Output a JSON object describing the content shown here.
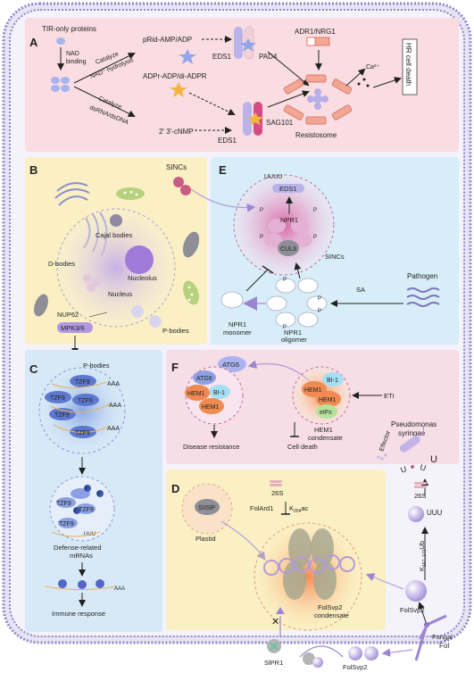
{
  "panels": {
    "A": {
      "letter": "A",
      "tir_only_proteins": "TIR-only proteins",
      "nad_binding_1": "NAD",
      "nad_binding_2": "binding",
      "catalyze_1": "Catalyze",
      "nad_hydrolysis": "NAD⁺ hydrolysis",
      "catalyze_2": "Catalyze",
      "dsrna_dsdna": "dsRNA/dsDNA",
      "prid": "pRid-AMP/ADP",
      "adpr": "ADPr-ADP/di-ADPR",
      "cnmp": "2' 3'-cNMP",
      "eds1_a": "EDS1",
      "pad4": "PAD4",
      "eds1_b": "EDS1",
      "sag101": "SAG101",
      "adr1": "ADR1/NRG1",
      "ca": "Ca²⁺",
      "resistosome": "Resistosome",
      "hr": "HR cell death"
    },
    "B": {
      "letter": "B",
      "sincs": "SINCs",
      "cajal": "Cajal bodies",
      "dbodies": "D-bodies",
      "nucleolus": "Nucleolus",
      "nucleus": "Nucleus",
      "nup62": "NUP62",
      "mpk": "MPK3/6",
      "pbodies": "P-bodies"
    },
    "C": {
      "letter": "C",
      "pbodies": "P-bodies",
      "tzf9": "TZF9",
      "p": "P",
      "defense_1": "Defense-related",
      "defense_2": "mRNAs",
      "immune": "Immune response",
      "aaa": "AAA",
      "uuu": "UUU"
    },
    "D": {
      "letter": "D",
      "siisp": "SIISP",
      "plastid": "Plastid",
      "s26_a": "26S",
      "folard1": "FolArd1",
      "kac": "K",
      "kac_sub": "204",
      "kac_tail": "ac",
      "s26_b": "26S",
      "kub_1": "K",
      "kub_sub": "167, 173",
      "kub_tail": "Ub",
      "uuu": "UUU",
      "folsvp2_condensate_1": "FolSvp2",
      "folsvp2_condensate_2": "condensate",
      "folsvp2_right": "FolSvp2",
      "fungal_1": "Fungal",
      "fungal_2": "Fol",
      "slpr1": "SlPR1",
      "folsvp2_bottom": "FolSvp2"
    },
    "E": {
      "letter": "E",
      "eds1": "EDS1",
      "npr1": "NPR1",
      "cul3": "CUL3",
      "sincs": "SINCs",
      "sa": "SA",
      "pathogen": "Pathogen",
      "npr1_mono_1": "NPR1",
      "npr1_mono_2": "monomer",
      "npr1_oligo_1": "NPR1",
      "npr1_oligo_2": "oligomer",
      "p": "P",
      "uuu": "UUUU"
    },
    "F": {
      "letter": "F",
      "atg6_top": "ATG6",
      "atg6": "ATG6",
      "bi1": "BI-1",
      "hem1": "HEM1",
      "eifs": "eIFs",
      "eti": "ETI",
      "pseudomonas_1": "Pseudomonas",
      "pseudomonas_2": "syringae",
      "effector": "Effector",
      "hem1_condensate_1": "HEM1",
      "hem1_condensate_2": "condensate",
      "disease": "Disease resistance",
      "celldeath": "Cell death"
    }
  },
  "colors": {
    "panelA": "#f9dde2",
    "panelB": "#fbf0c4",
    "panelC": "#d7e9f7",
    "panelD": "#fbf0c4",
    "panelE": "#d7eef8",
    "panelF": "#f6dde6",
    "membrane": "#8f86c8",
    "purple": "#8b6fc5"
  }
}
